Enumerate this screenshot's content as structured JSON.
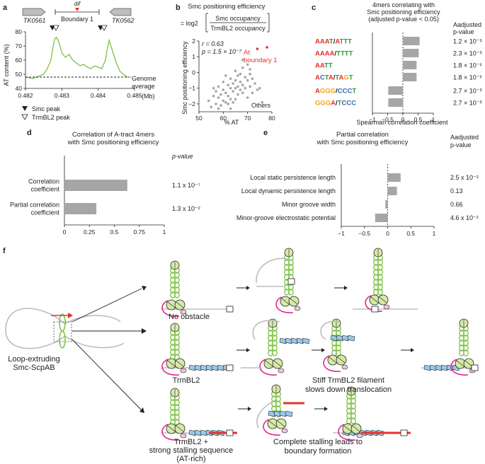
{
  "panels": {
    "a": "a",
    "b": "b",
    "c": "c",
    "d": "d",
    "e": "e",
    "f": "f"
  },
  "colors": {
    "green": "#7dc142",
    "red": "#e8322b",
    "magenta": "#e3268e",
    "gray": "#a6a6a6",
    "grayline": "#bdbdbd",
    "blue": "#9ac8e6",
    "A": "#e8322b",
    "T": "#2a9a3a",
    "C": "#2f63b0",
    "G": "#f2a31a"
  },
  "panel_a": {
    "genes": [
      "TK0561",
      "TK0562"
    ],
    "boundary_label": "Boundary 1",
    "dif_label": "dif",
    "genome_average_label": "Genome\naverage",
    "legend": [
      {
        "icon": "filled-triangle",
        "label": "Smc peak"
      },
      {
        "icon": "open-triangle",
        "label": "TrmBL2 peak"
      }
    ],
    "chart_data": {
      "type": "line",
      "ylabel": "AT content (%)",
      "xunit": "(Mb)",
      "xlim": [
        0.482,
        0.485
      ],
      "ylim": [
        40,
        80
      ],
      "xticks": [
        "0.482",
        "0.483",
        "0.484",
        "0.485"
      ],
      "yticks": [
        "40",
        "50",
        "60",
        "70",
        "80"
      ],
      "genome_average": 48,
      "x": [
        0.482,
        0.4822,
        0.4824,
        0.4825,
        0.4826,
        0.4827,
        0.48275,
        0.4828,
        0.48285,
        0.4829,
        0.48295,
        0.483,
        0.4831,
        0.4832,
        0.4833,
        0.4834,
        0.4835,
        0.4836,
        0.4837,
        0.4838,
        0.4839,
        0.484,
        0.4841,
        0.4842,
        0.48425,
        0.4843,
        0.4844,
        0.4845,
        0.4846,
        0.4847,
        0.4848,
        0.4849
      ],
      "y": [
        48,
        47,
        49,
        50,
        54,
        60,
        68,
        75,
        76,
        74,
        70,
        65,
        62,
        64,
        60,
        58,
        56,
        57,
        55,
        54,
        56,
        55,
        54,
        60,
        68,
        74,
        66,
        58,
        52,
        50,
        48,
        48
      ]
    }
  },
  "panel_b": {
    "title": "Smc positioning efficiency",
    "formula_prefix": "= log2",
    "numerator": "Smc occupancy",
    "denominator": "TrmBL2 occupancy",
    "r_label": "r = 0.63",
    "p_label": "p = 1.5 × 10⁻⁷",
    "at_boundary_label": "At\nboundary 1",
    "others_label": "Others",
    "chart_data": {
      "type": "scatter",
      "xlabel": "% AT",
      "ylabel": "Smc positioning efficiency",
      "xlim": [
        50,
        80
      ],
      "ylim": [
        -2.5,
        2
      ],
      "xticks": [
        "50",
        "60",
        "70",
        "80"
      ],
      "yticks": [
        "−2",
        "−1",
        "0",
        "1",
        "2"
      ],
      "series": [
        {
          "name": "Others",
          "color": "#a6a6a6",
          "x": [
            54,
            55,
            56,
            57,
            57,
            58,
            58,
            59,
            59,
            60,
            60,
            60,
            61,
            61,
            62,
            62,
            62,
            63,
            63,
            63,
            64,
            64,
            64,
            65,
            65,
            65,
            66,
            66,
            66,
            67,
            67,
            68,
            68,
            68,
            69,
            69,
            70,
            70,
            70,
            71,
            71,
            72,
            72,
            73,
            74,
            75,
            76,
            58,
            61,
            65,
            68,
            71,
            56,
            63,
            67
          ],
          "y": [
            -1.8,
            -2.2,
            -1.5,
            -1.2,
            -2.0,
            -1.6,
            -0.9,
            -1.4,
            -2.1,
            -1.1,
            -1.8,
            -0.6,
            -1.3,
            -1.9,
            -0.8,
            -1.5,
            -2.0,
            -1.0,
            -0.4,
            -1.7,
            -0.7,
            -1.2,
            -1.9,
            -0.5,
            -1.0,
            0.1,
            -0.9,
            -1.4,
            -0.2,
            -0.6,
            -1.1,
            0.3,
            -0.8,
            -1.3,
            -0.3,
            -1.0,
            0.5,
            -0.5,
            -1.6,
            -0.1,
            -0.9,
            -0.4,
            -1.3,
            -0.7,
            -1.1,
            -1.0,
            -1.9,
            -2.3,
            -0.2,
            -1.7,
            0.8,
            0.2,
            -1.0,
            -2.3,
            -0.1
          ]
        },
        {
          "name": "At boundary 1",
          "color": "#e8322b",
          "x": [
            74,
            78
          ],
          "y": [
            1.5,
            1.6
          ]
        }
      ]
    }
  },
  "panel_c": {
    "title": "4mers correlating with\nSmc positioning efficiency\n(adjusted p-value < 0.05)",
    "adjusted_header": "Aadjusted\np-value",
    "kmers": [
      [
        {
          "t": "A",
          "c": "A"
        },
        {
          "t": "A",
          "c": "A"
        },
        {
          "t": "A",
          "c": "A"
        },
        {
          "t": "T",
          "c": "T"
        },
        {
          "t": "/",
          "c": "K"
        },
        {
          "t": "A",
          "c": "A"
        },
        {
          "t": "T",
          "c": "T"
        },
        {
          "t": "T",
          "c": "T"
        },
        {
          "t": "T",
          "c": "T"
        }
      ],
      [
        {
          "t": "A",
          "c": "A"
        },
        {
          "t": "A",
          "c": "A"
        },
        {
          "t": "A",
          "c": "A"
        },
        {
          "t": "A",
          "c": "A"
        },
        {
          "t": "/",
          "c": "K"
        },
        {
          "t": "T",
          "c": "T"
        },
        {
          "t": "T",
          "c": "T"
        },
        {
          "t": "T",
          "c": "T"
        },
        {
          "t": "T",
          "c": "T"
        }
      ],
      [
        {
          "t": "A",
          "c": "A"
        },
        {
          "t": "A",
          "c": "A"
        },
        {
          "t": "T",
          "c": "T"
        },
        {
          "t": "T",
          "c": "T"
        }
      ],
      [
        {
          "t": "A",
          "c": "A"
        },
        {
          "t": "C",
          "c": "C"
        },
        {
          "t": "T",
          "c": "T"
        },
        {
          "t": "A",
          "c": "A"
        },
        {
          "t": "/",
          "c": "K"
        },
        {
          "t": "T",
          "c": "T"
        },
        {
          "t": "A",
          "c": "A"
        },
        {
          "t": "G",
          "c": "G"
        },
        {
          "t": "T",
          "c": "T"
        }
      ],
      [
        {
          "t": "A",
          "c": "A"
        },
        {
          "t": "G",
          "c": "G"
        },
        {
          "t": "G",
          "c": "G"
        },
        {
          "t": "G",
          "c": "G"
        },
        {
          "t": "/",
          "c": "K"
        },
        {
          "t": "C",
          "c": "C"
        },
        {
          "t": "C",
          "c": "C"
        },
        {
          "t": "C",
          "c": "C"
        },
        {
          "t": "T",
          "c": "T"
        }
      ],
      [
        {
          "t": "G",
          "c": "G"
        },
        {
          "t": "G",
          "c": "G"
        },
        {
          "t": "G",
          "c": "G"
        },
        {
          "t": "A",
          "c": "A"
        },
        {
          "t": "/",
          "c": "K"
        },
        {
          "t": "T",
          "c": "T"
        },
        {
          "t": "C",
          "c": "C"
        },
        {
          "t": "C",
          "c": "C"
        },
        {
          "t": "C",
          "c": "C"
        }
      ]
    ],
    "pvalues": [
      "1.2 × 10⁻³",
      "2.3 × 10⁻³",
      "1.8 × 10⁻²",
      "1.8 × 10⁻²",
      "2.7 × 10⁻³",
      "2.7 × 10⁻³"
    ],
    "chart_data": {
      "type": "bar",
      "xlabel": "Spearman correlation coefficient",
      "xlim": [
        -1,
        1
      ],
      "xticks": [
        "−1",
        "−0.5",
        "0",
        "0.5",
        "1"
      ],
      "values": [
        0.55,
        0.52,
        0.45,
        0.45,
        -0.48,
        -0.48
      ]
    }
  },
  "panel_d": {
    "title": "Correlation of A-tract 4mers\nwith Smc positioning efficiency",
    "pvalue_header": "p-value",
    "pvalues": [
      "1.1 x 10⁻⁷",
      "1.3 x 10⁻²"
    ],
    "chart_data": {
      "type": "bar",
      "categories": [
        "Correlation\ncoefficient",
        "Partial correlation\ncoefficient"
      ],
      "values": [
        0.63,
        0.32
      ],
      "xlim": [
        0,
        1
      ],
      "xticks": [
        "0",
        "0.25",
        "0.5",
        "0.75",
        "1"
      ]
    }
  },
  "panel_e": {
    "title": "Partial correlation\nwith Smc positioning efficiency",
    "adjusted_header": "Aadjusted\np-value",
    "pvalues": [
      "2.5 x 10⁻²",
      "0.13",
      "0.66",
      "4.6 x 10⁻²"
    ],
    "chart_data": {
      "type": "bar",
      "categories": [
        "Local static persistence length",
        "Local dynamic persistence length",
        "Minor groove width",
        "Minor-groove electrostatic potential"
      ],
      "values": [
        0.28,
        0.2,
        -0.05,
        -0.27
      ],
      "xlim": [
        -1,
        1
      ],
      "xticks": [
        "−1",
        "−0.5",
        "0",
        "0.5",
        "1"
      ]
    }
  },
  "panel_f": {
    "loop_label": "Loop-extruding\nSmc-ScpAB",
    "row1_label": "No obstacle",
    "row2_label": "TrmBL2",
    "row2_note": "Stiff TrmBL2 filament\nslows down translocation",
    "row3_label": "TrmBL2 +\nstrong stalling sequence\n(AT-rich)",
    "row3_note": "Complete stalling leads to\nboundary formation"
  }
}
